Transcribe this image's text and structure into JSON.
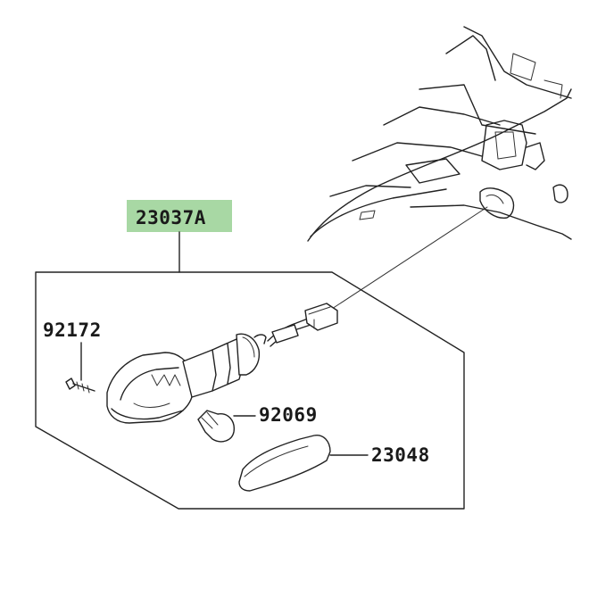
{
  "callouts": {
    "assembly": {
      "number": "23037A",
      "highlight_color": "#a8d8a4"
    },
    "screw": {
      "number": "92172"
    },
    "bulb": {
      "number": "92069"
    },
    "lens": {
      "number": "23048"
    }
  }
}
